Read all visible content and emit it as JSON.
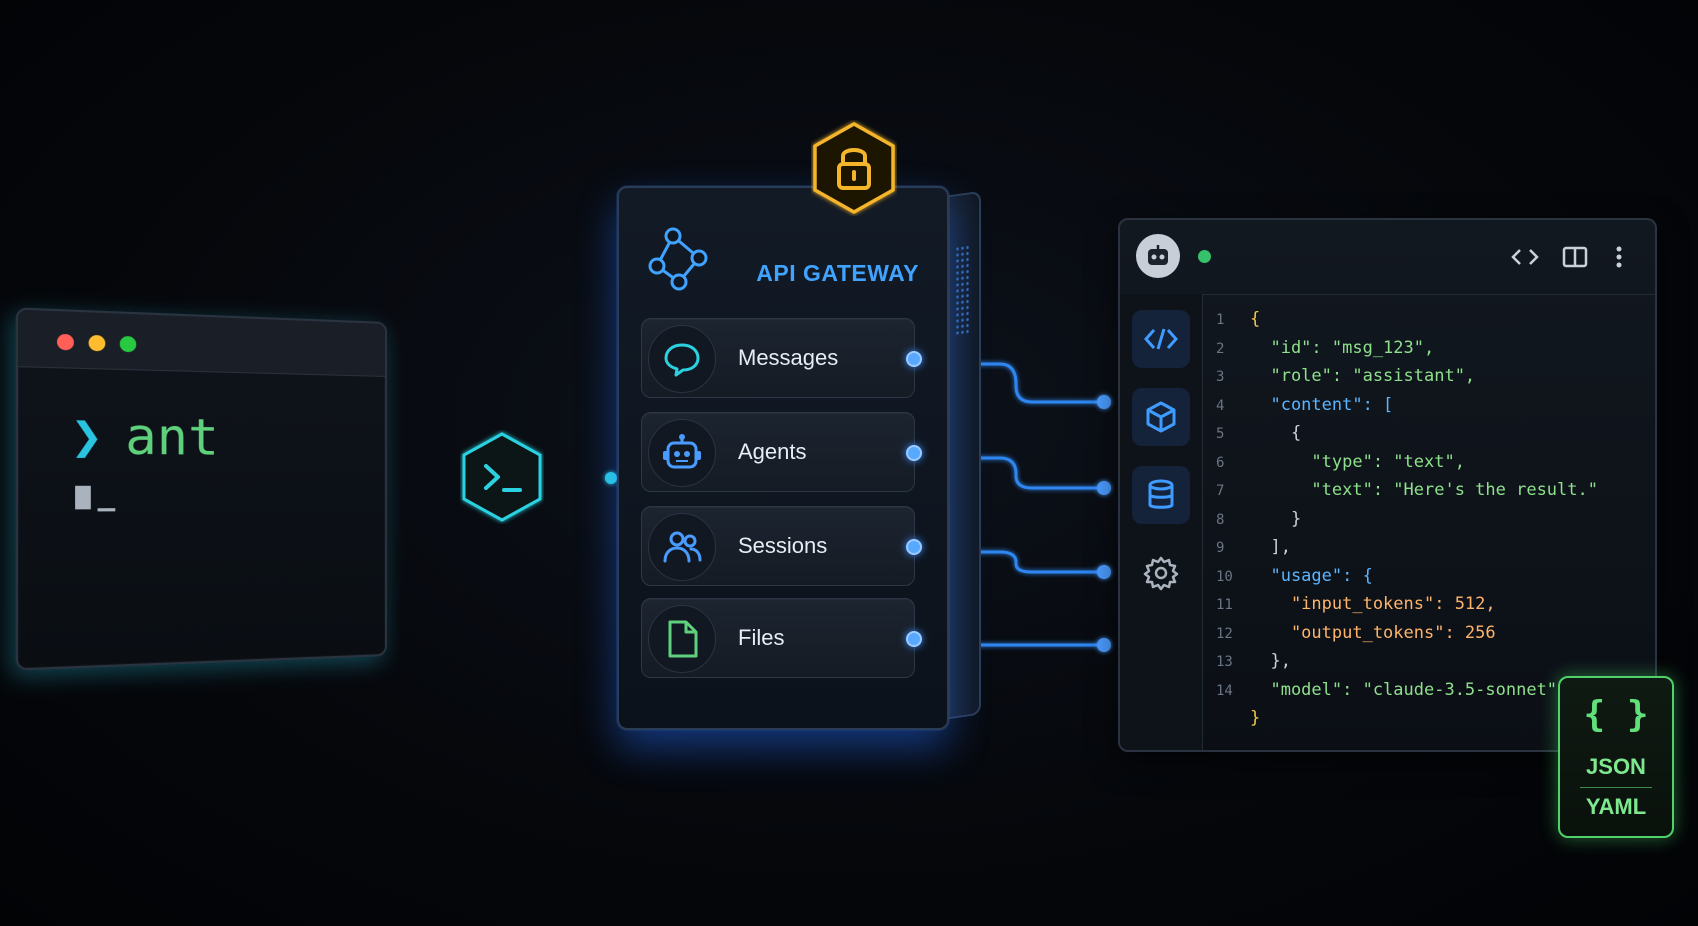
{
  "terminal": {
    "command": "ant",
    "prompt_icon": "chevron-right-icon",
    "window_dots": [
      "#ff5f57",
      "#febc2e",
      "#28c840"
    ]
  },
  "gateway": {
    "title": "API GATEWAY",
    "logo_icon": "network-graph-icon",
    "lock_icon": "padlock-icon",
    "services": [
      {
        "label": "Messages",
        "icon": "chat-bubble-icon"
      },
      {
        "label": "Agents",
        "icon": "robot-icon"
      },
      {
        "label": "Sessions",
        "icon": "users-icon"
      },
      {
        "label": "Files",
        "icon": "file-icon"
      }
    ]
  },
  "editor": {
    "avatar_icon": "robot-icon",
    "status": "online",
    "toolbar_icons": [
      "code-icon",
      "split-view-icon",
      "more-vertical-icon"
    ],
    "side_icons": [
      "code-icon",
      "cube-icon",
      "database-icon",
      "gear-icon"
    ],
    "code_lines": [
      {
        "n": "1",
        "t": "{"
      },
      {
        "n": "2",
        "t": "  \"id\": \"msg_123\","
      },
      {
        "n": "3",
        "t": "  \"role\": \"assistant\","
      },
      {
        "n": "4",
        "t": "  \"content\": ["
      },
      {
        "n": "5",
        "t": "    {"
      },
      {
        "n": "6",
        "t": "      \"type\": \"text\","
      },
      {
        "n": "7",
        "t": "      \"text\": \"Here's the result.\""
      },
      {
        "n": "8",
        "t": "    }"
      },
      {
        "n": "9",
        "t": "  ],"
      },
      {
        "n": "10",
        "t": "  \"usage\": {"
      },
      {
        "n": "11",
        "t": "    \"input_tokens\": 512,"
      },
      {
        "n": "12",
        "t": "    \"output_tokens\": 256"
      },
      {
        "n": "13",
        "t": "  },"
      },
      {
        "n": "14",
        "t": "  \"model\": \"claude-3.5-sonnet\""
      },
      {
        "n": "",
        "t": "}"
      }
    ]
  },
  "formats": {
    "icon": "braces-icon",
    "brace": "{ }",
    "primary": "JSON",
    "secondary": "YAML"
  },
  "colors": {
    "accent_blue": "#3fa3ff",
    "accent_cyan": "#29d3e6",
    "accent_green": "#4fd26a",
    "accent_amber": "#f5b52a"
  }
}
